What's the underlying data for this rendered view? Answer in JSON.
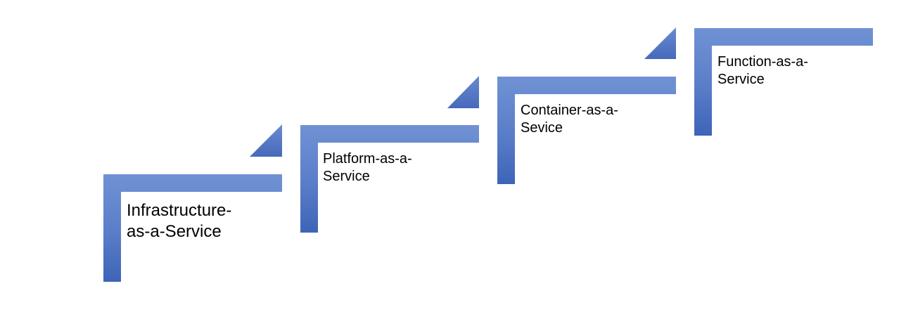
{
  "colors": {
    "fill_light": "#6f8fd2",
    "fill_mid": "#5b7ec8",
    "fill_dark": "#3d64b8",
    "text": "#000000"
  },
  "steps": [
    {
      "line1": "Infrastructure-",
      "line2": "as-a-Service"
    },
    {
      "line1": "Platform-as-a-",
      "line2": "Service"
    },
    {
      "line1": "Container-as-a-",
      "line2": "Sevice"
    },
    {
      "line1": "Function-as-a-",
      "line2": "Service"
    }
  ]
}
